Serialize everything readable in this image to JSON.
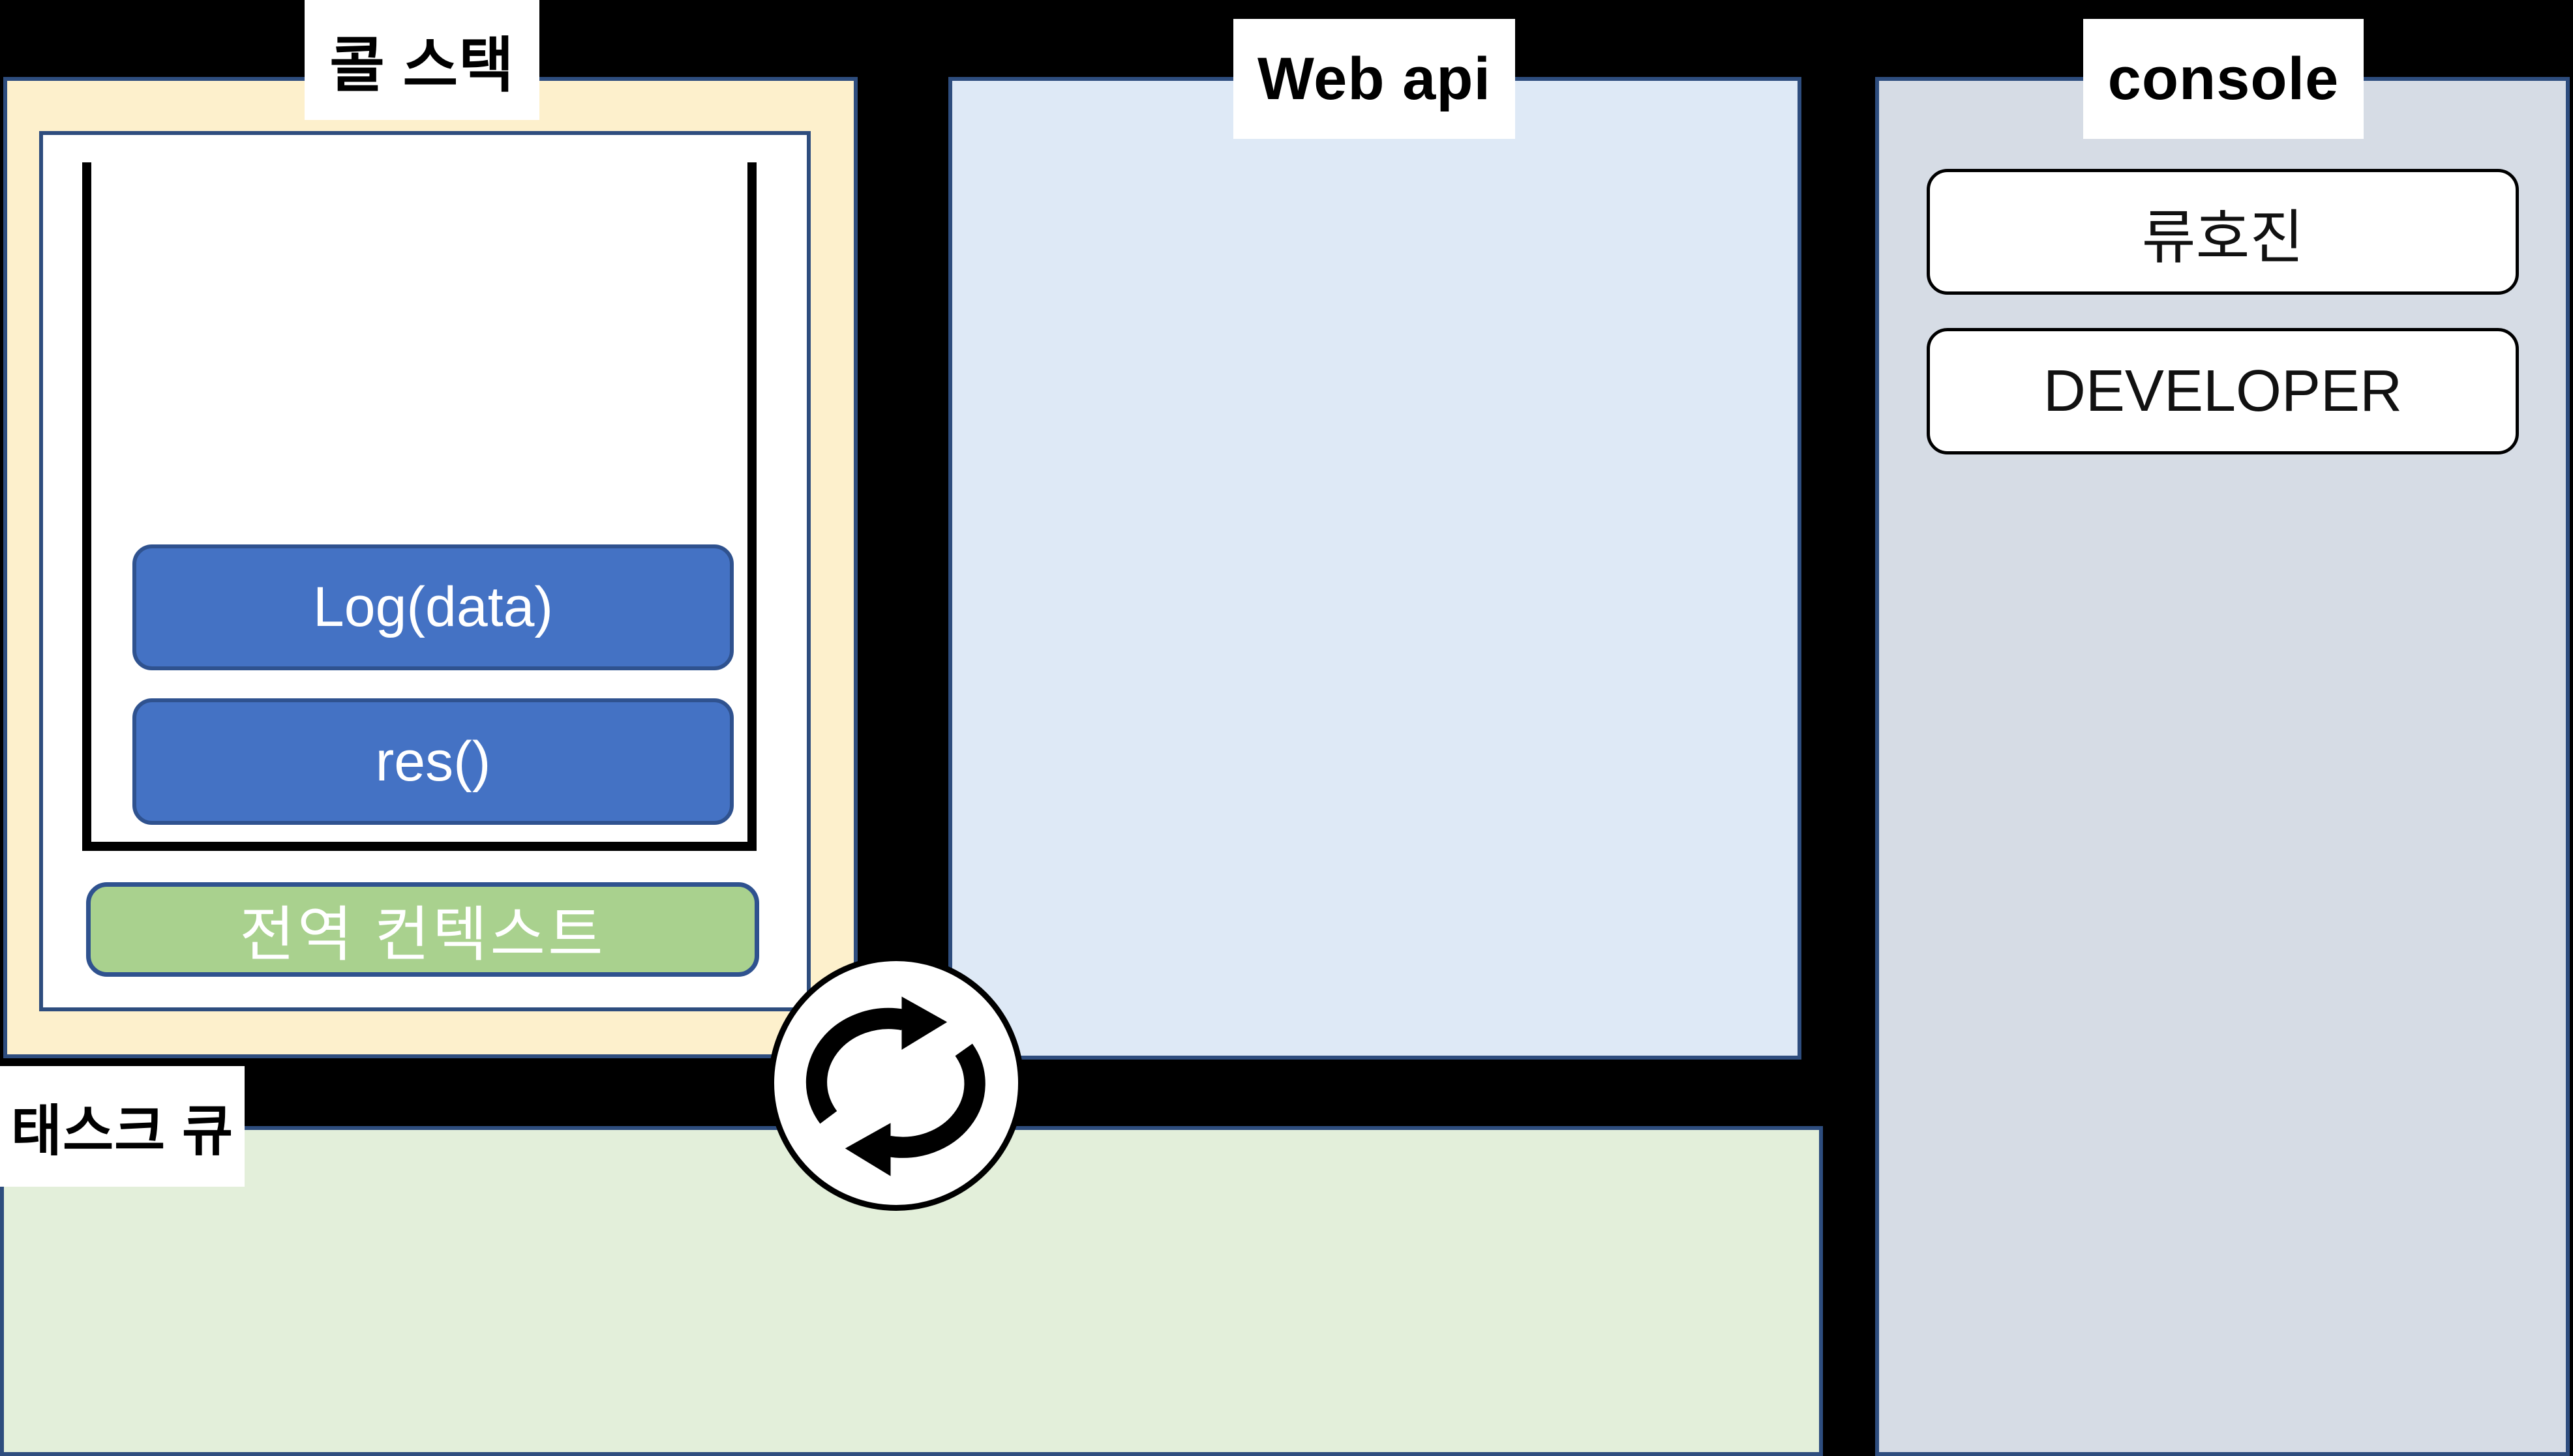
{
  "diagram_title": "JavaScript event loop diagram",
  "call_stack": {
    "label": "콜 스택",
    "frames": [
      "Log(data)",
      "res()"
    ],
    "global_context": "전역 컨텍스트"
  },
  "web_api": {
    "label": "Web api"
  },
  "console_panel": {
    "label": "console",
    "entries": [
      "류호진",
      "DEVELOPER"
    ]
  },
  "task_queue": {
    "label": "태스크 큐"
  },
  "event_loop": {
    "icon": "cycle-arrows-icon"
  },
  "colors": {
    "background": "#000000",
    "panel_border": "#2e4d7e",
    "call_stack_fill": "#fdf0cc",
    "web_api_fill": "#dee9f6",
    "console_fill": "#d6dce5",
    "task_queue_fill": "#e3efda",
    "frame_fill": "#4472c4",
    "frame_border": "#2f528f",
    "global_context_fill": "#a9d18e"
  }
}
